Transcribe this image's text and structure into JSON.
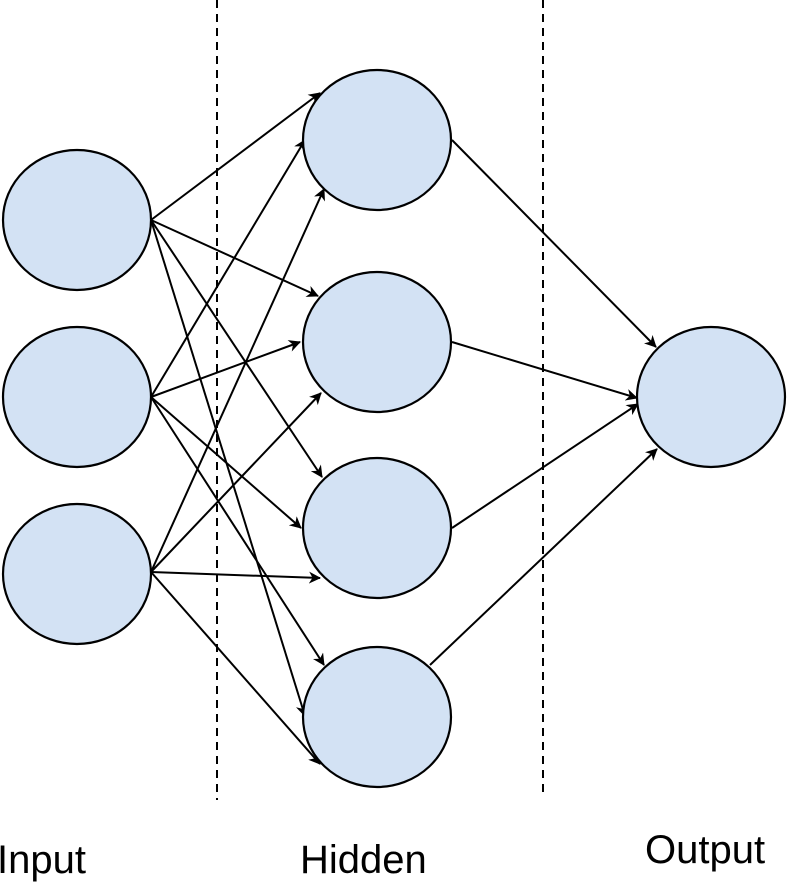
{
  "labels": {
    "input": "Input",
    "hidden": "Hidden",
    "output": "Output"
  },
  "colors": {
    "node_fill": "#d3e2f4",
    "stroke": "#000000"
  },
  "layers": [
    {
      "name": "input",
      "nodes": 3
    },
    {
      "name": "hidden",
      "nodes": 4
    },
    {
      "name": "output",
      "nodes": 1
    }
  ]
}
